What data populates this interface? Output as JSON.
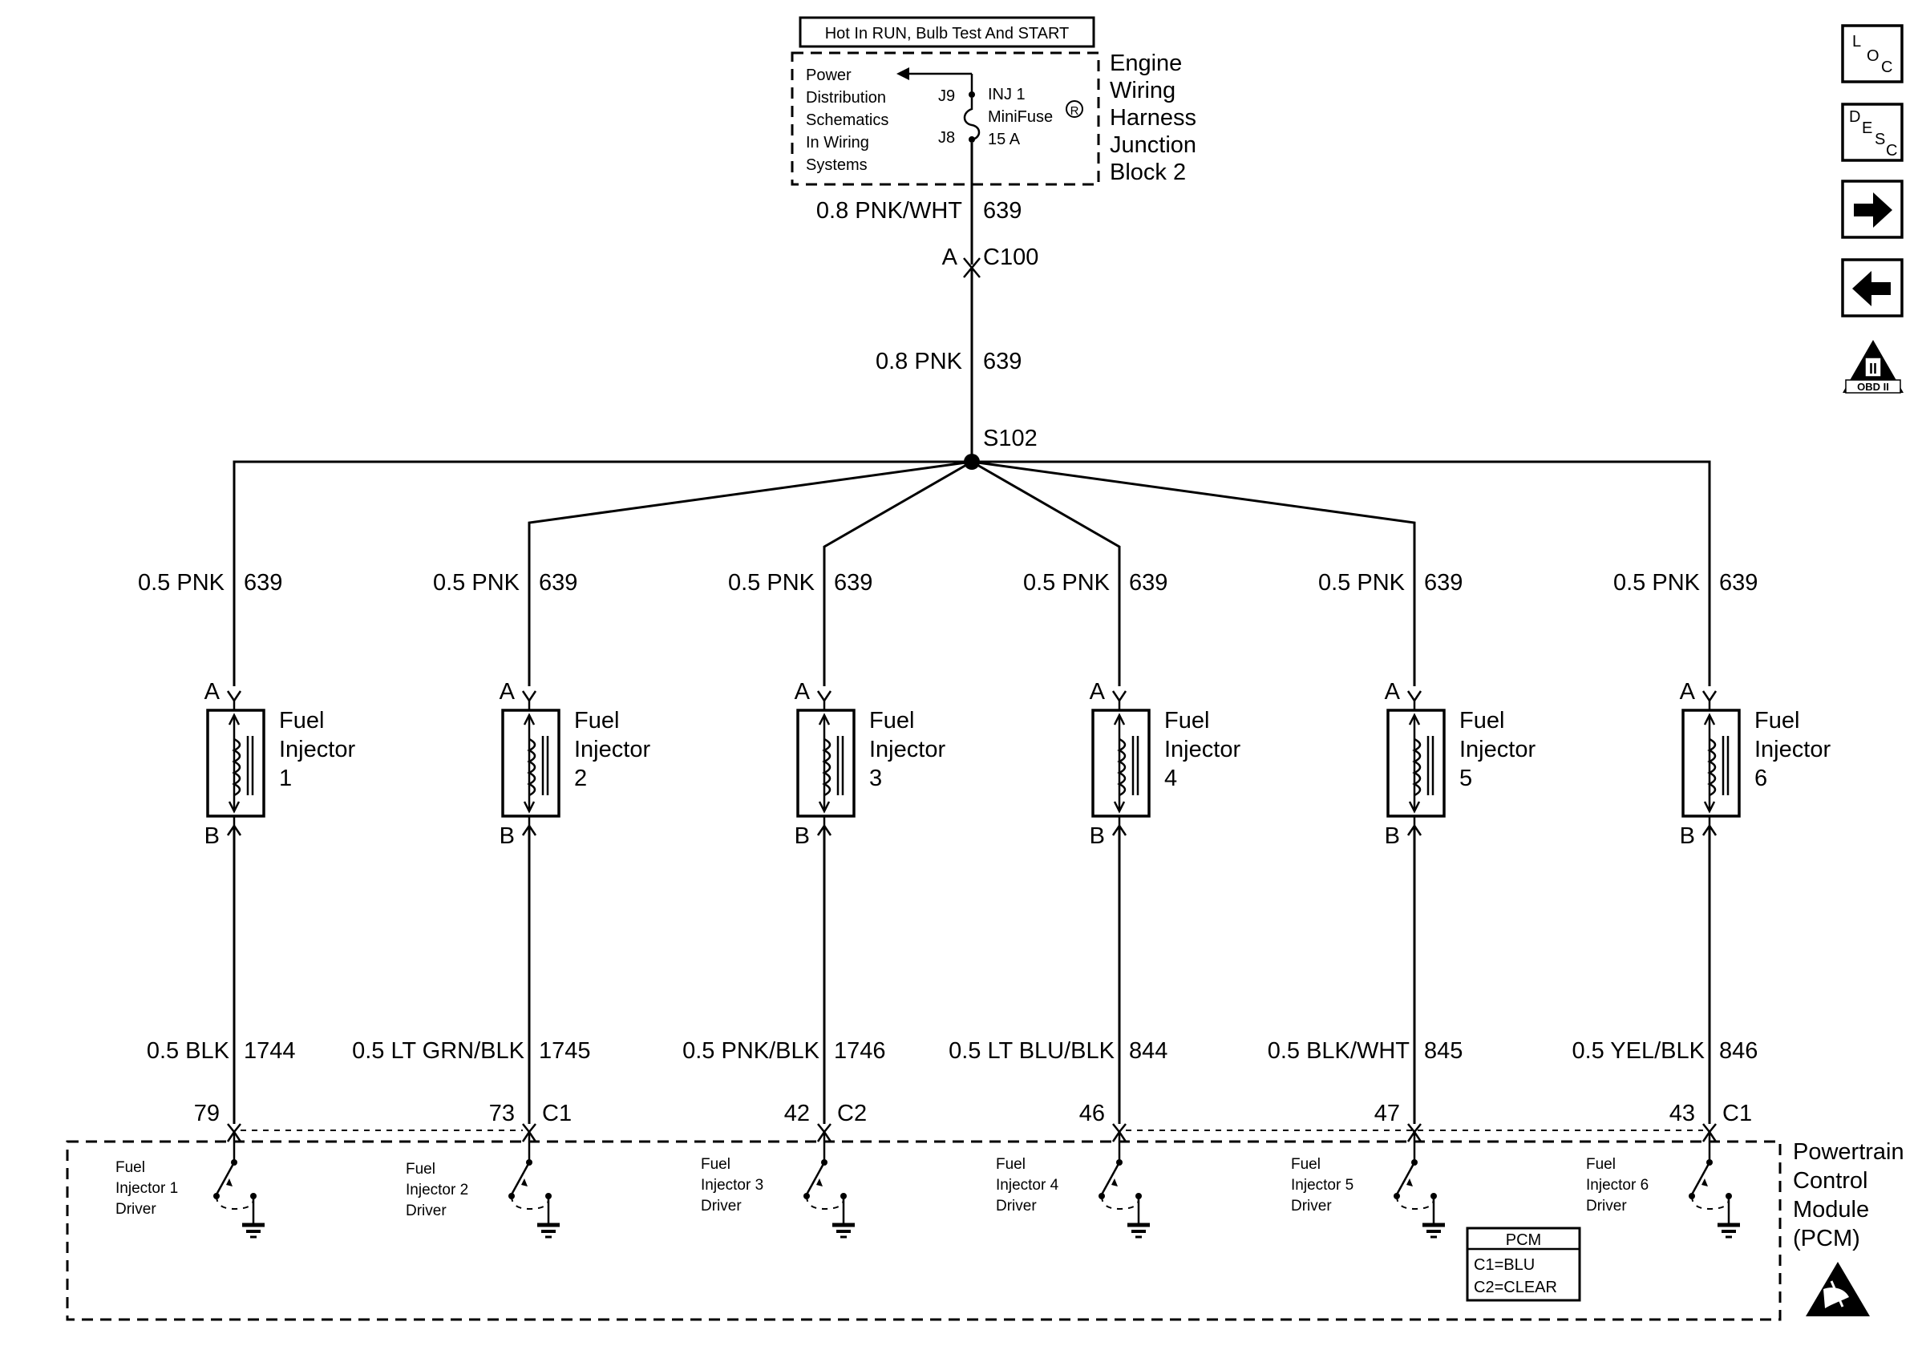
{
  "header": {
    "hot_label": "Hot In RUN, Bulb Test And START",
    "pdl": [
      "Power",
      "Distribution",
      "Schematics",
      "In Wiring",
      "Systems"
    ],
    "fuse_name": [
      "INJ 1",
      "MiniFuse",
      "15 A"
    ],
    "fuse_registered": "R",
    "pin_top": "J9",
    "pin_bottom": "J8",
    "junction_name": [
      "Engine",
      "Wiring",
      "Harness",
      "Junction",
      "Block 2"
    ]
  },
  "main_wire": {
    "top_label": "0.8 PNK/WHT",
    "top_circuit": "639",
    "connector_pin": "A",
    "connector_name": "C100",
    "mid_label": "0.8 PNK",
    "mid_circuit": "639",
    "splice": "S102"
  },
  "injectors": [
    {
      "wire_top": "0.5 PNK",
      "circ_top": "639",
      "pin_a": "A",
      "pin_b": "B",
      "name": [
        "Fuel",
        "Injector",
        "1"
      ],
      "wire_bot": "0.5 BLK",
      "circ_bot": "1744",
      "pcm_pin": "79",
      "pcm_conn": "",
      "driver": [
        "Fuel",
        "Injector 1",
        "Driver"
      ]
    },
    {
      "wire_top": "0.5 PNK",
      "circ_top": "639",
      "pin_a": "A",
      "pin_b": "B",
      "name": [
        "Fuel",
        "Injector",
        "2"
      ],
      "wire_bot": "0.5 LT GRN/BLK",
      "circ_bot": "1745",
      "pcm_pin": "73",
      "pcm_conn": "C1",
      "driver": [
        "Fuel",
        "Injector 2",
        "Driver"
      ]
    },
    {
      "wire_top": "0.5 PNK",
      "circ_top": "639",
      "pin_a": "A",
      "pin_b": "B",
      "name": [
        "Fuel",
        "Injector",
        "3"
      ],
      "wire_bot": "0.5 PNK/BLK",
      "circ_bot": "1746",
      "pcm_pin": "42",
      "pcm_conn": "C2",
      "driver": [
        "Fuel",
        "Injector 3",
        "Driver"
      ]
    },
    {
      "wire_top": "0.5 PNK",
      "circ_top": "639",
      "pin_a": "A",
      "pin_b": "B",
      "name": [
        "Fuel",
        "Injector",
        "4"
      ],
      "wire_bot": "0.5 LT BLU/BLK",
      "circ_bot": "844",
      "pcm_pin": "46",
      "pcm_conn": "",
      "driver": [
        "Fuel",
        "Injector 4",
        "Driver"
      ]
    },
    {
      "wire_top": "0.5 PNK",
      "circ_top": "639",
      "pin_a": "A",
      "pin_b": "B",
      "name": [
        "Fuel",
        "Injector",
        "5"
      ],
      "wire_bot": "0.5 BLK/WHT",
      "circ_bot": "845",
      "pcm_pin": "47",
      "pcm_conn": "",
      "driver": [
        "Fuel",
        "Injector 5",
        "Driver"
      ]
    },
    {
      "wire_top": "0.5 PNK",
      "circ_top": "639",
      "pin_a": "A",
      "pin_b": "B",
      "name": [
        "Fuel",
        "Injector",
        "6"
      ],
      "wire_bot": "0.5 YEL/BLK",
      "circ_bot": "846",
      "pcm_pin": "43",
      "pcm_conn": "C1",
      "driver": [
        "Fuel",
        "Injector 6",
        "Driver"
      ]
    }
  ],
  "pcm": {
    "name": [
      "Powertrain",
      "Control",
      "Module",
      "(PCM)"
    ],
    "legend_title": "PCM",
    "legend_lines": [
      "C1=BLU",
      "C2=CLEAR"
    ]
  },
  "nav": {
    "loc": [
      "L",
      "O",
      "C"
    ],
    "desc": [
      "D",
      "E",
      "S",
      "C"
    ],
    "obd_numeral": "II",
    "obd_text": "OBD II"
  }
}
